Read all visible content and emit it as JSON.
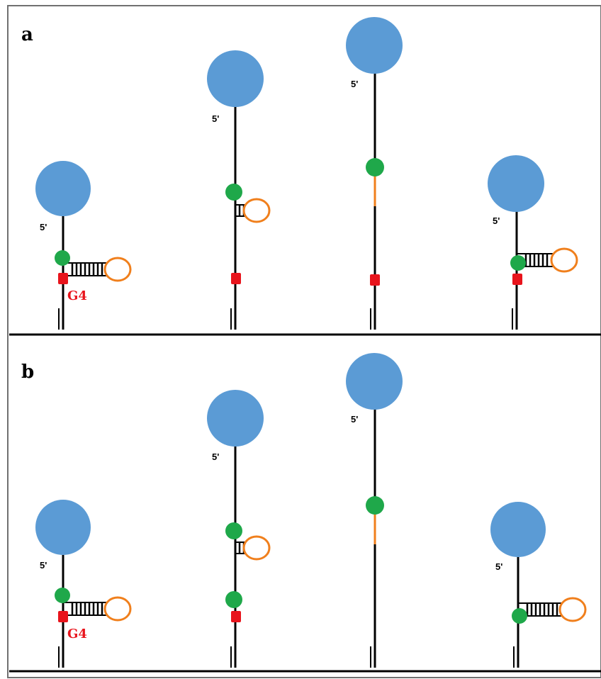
{
  "colors": {
    "bead": "#5b9bd5",
    "green_marker": "#1fa84a",
    "red_marker": "#e8141c",
    "loop": "#f07f1c",
    "strand": "#000000",
    "border": "#707070"
  },
  "panels": [
    {
      "label": "a",
      "constructs": [
        {
          "end_label": "5'",
          "hairpin": "long",
          "green_count": 1,
          "red_marker": true,
          "g4_label": "G4",
          "orange_segment": false
        },
        {
          "end_label": "5'",
          "hairpin": "short",
          "green_count": 1,
          "red_marker": true,
          "g4_label": "",
          "orange_segment": false
        },
        {
          "end_label": "5'",
          "hairpin": "none",
          "green_count": 1,
          "red_marker": true,
          "g4_label": "",
          "orange_segment": true
        },
        {
          "end_label": "5'",
          "hairpin": "long",
          "green_count": 1,
          "red_marker": true,
          "g4_label": "",
          "orange_segment": false
        }
      ]
    },
    {
      "label": "b",
      "constructs": [
        {
          "end_label": "5'",
          "hairpin": "long",
          "green_count": 1,
          "red_marker": true,
          "g4_label": "G4",
          "orange_segment": false
        },
        {
          "end_label": "5'",
          "hairpin": "short",
          "green_count": 2,
          "red_marker": true,
          "g4_label": "",
          "orange_segment": false
        },
        {
          "end_label": "5'",
          "hairpin": "none",
          "green_count": 1,
          "red_marker": false,
          "g4_label": "",
          "orange_segment": true
        },
        {
          "end_label": "5'",
          "hairpin": "long",
          "green_count": 1,
          "red_marker": false,
          "g4_label": "",
          "orange_segment": false
        }
      ]
    }
  ]
}
